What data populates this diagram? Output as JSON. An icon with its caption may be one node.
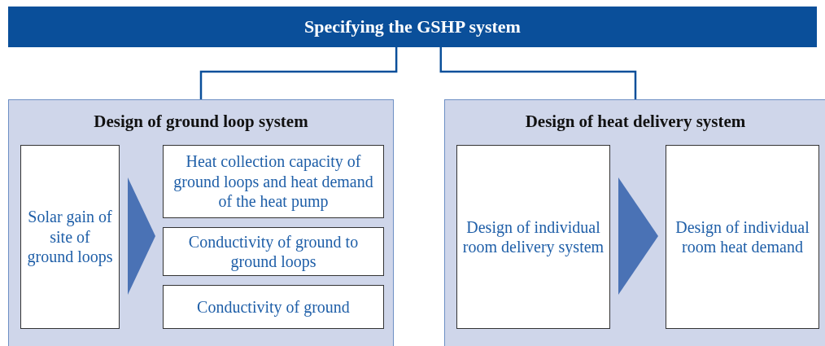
{
  "diagram": {
    "nodes": [
      {
        "text": [
          "Specifying the GSHP system"
        ]
      },
      {
        "text": [
          "Design of ground loop system"
        ]
      },
      {
        "text": [
          "Solar gain of site of ground loops"
        ],
        "in": 1
      },
      {
        "text": [
          "Heat collection capacity of ground loops and heat demand of the heat pump"
        ],
        "in": 1
      },
      {
        "text": [
          "Conductivity of ground to ground loops"
        ],
        "in": 1
      },
      {
        "text": [
          "Conductivity of ground"
        ],
        "in": 1
      },
      {
        "text": [
          "Design of heat delivery system"
        ]
      },
      {
        "text": [
          "Design of individual room delivery system"
        ],
        "in": 6
      },
      {
        "text": [
          "Design of individual room heat demand"
        ],
        "in": 6
      }
    ],
    "edges": [
      {
        "from": 0,
        "to": 1,
        "arrow": "none"
      },
      {
        "from": 0,
        "to": 6,
        "arrow": "none"
      },
      {
        "from": 2,
        "to": 4,
        "arrow": "to",
        "style": "thick",
        "color": "#4a72b5"
      },
      {
        "from": 7,
        "to": 8,
        "arrow": "to",
        "style": "thick",
        "color": "#4a72b5"
      }
    ]
  }
}
